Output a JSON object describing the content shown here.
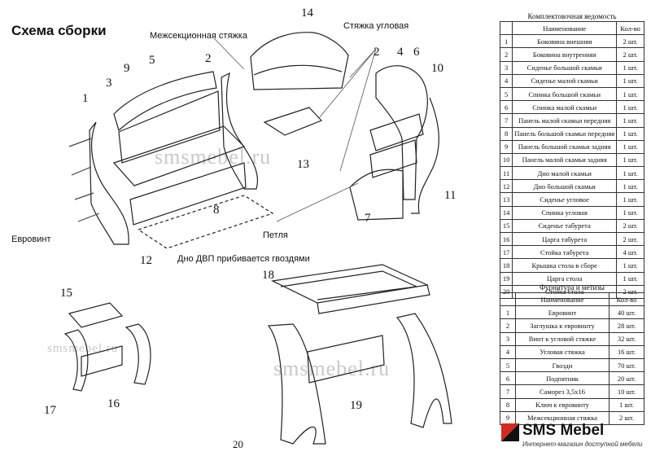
{
  "title": "Схема сборки",
  "labels": {
    "intersection_tie": "Межсекционная стяжка",
    "corner_tie": "Стяжка угловая",
    "eurobolt": "Евровинт",
    "hinge": "Петля",
    "bottom_note": "Дно ДВП прибивается гвоздями"
  },
  "part_numbers": [
    "1",
    "2",
    "3",
    "4",
    "5",
    "6",
    "7",
    "8",
    "9",
    "10",
    "11",
    "12",
    "13",
    "14",
    "15",
    "16",
    "17",
    "18",
    "19",
    "20"
  ],
  "watermark": "smsmebel.ru",
  "parts_table": {
    "caption": "Комплектовочная ведомость",
    "headers": [
      "",
      "Наименование",
      "Кол-во"
    ],
    "rows": [
      [
        "1",
        "Боковина внешняя",
        "2 шт."
      ],
      [
        "2",
        "Боковина внутренняя",
        "2 шт."
      ],
      [
        "3",
        "Сиденье большой скамьи",
        "1 шт."
      ],
      [
        "4",
        "Сиденье малой скамьи",
        "1 шт."
      ],
      [
        "5",
        "Спинка большой скамьи",
        "1 шт."
      ],
      [
        "6",
        "Спинка малой скамьи",
        "1 шт."
      ],
      [
        "7",
        "Панель малой скамьи передняя",
        "1 шт."
      ],
      [
        "8",
        "Панель большой скамьи передняя",
        "1 шт."
      ],
      [
        "9",
        "Панель большой скамьи задняя",
        "1 шт."
      ],
      [
        "10",
        "Панель малой скамьи задняя",
        "1 шт."
      ],
      [
        "11",
        "Дно малой скамьи",
        "1 шт."
      ],
      [
        "12",
        "Дно большой скамьи",
        "1 шт."
      ],
      [
        "13",
        "Сиденье угловое",
        "1 шт."
      ],
      [
        "14",
        "Спинка угловая",
        "1 шт."
      ],
      [
        "15",
        "Сиденье табурета",
        "2 шт."
      ],
      [
        "16",
        "Царга табурета",
        "2 шт."
      ],
      [
        "17",
        "Стойка табурета",
        "4 шт."
      ],
      [
        "18",
        "Крышка стола в сборе",
        "1 шт."
      ],
      [
        "19",
        "Царга стола",
        "1 шт."
      ],
      [
        "20",
        "Стойка стола",
        "2 шт."
      ]
    ]
  },
  "hardware_table": {
    "caption": "Фурнитура и метизы",
    "headers": [
      "",
      "Наименование",
      "Кол-во"
    ],
    "rows": [
      [
        "1",
        "Евровинт",
        "40 шт."
      ],
      [
        "2",
        "Заглушка к евровинту",
        "28 шт."
      ],
      [
        "3",
        "Винт к угловой стяжке",
        "32 шт."
      ],
      [
        "4",
        "Угловая стяжка",
        "16 шт."
      ],
      [
        "5",
        "Гвозди",
        "70 шт."
      ],
      [
        "6",
        "Подпятник",
        "20 шт."
      ],
      [
        "7",
        "Саморез 3,5х16",
        "10 шт."
      ],
      [
        "8",
        "Ключ к евровинту",
        "1 шт."
      ],
      [
        "9",
        "Межсекционная стяжка",
        "2 шт."
      ]
    ]
  },
  "logo": {
    "brand_a": "SMS",
    "brand_b": "Mebel",
    "tagline": "Интернет-магазин доступной мебели",
    "colors": {
      "red": "#d42a20",
      "dark": "#111111"
    }
  }
}
